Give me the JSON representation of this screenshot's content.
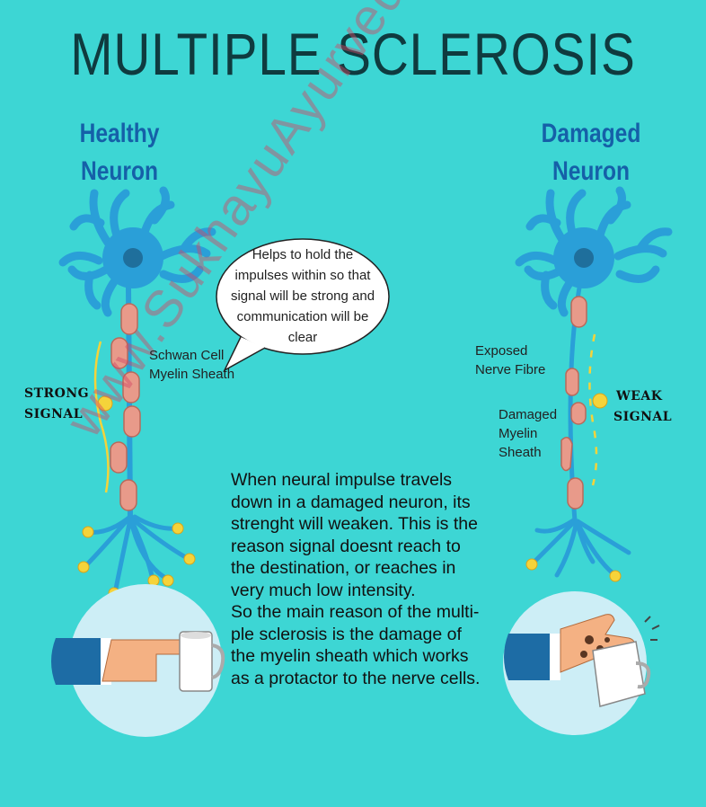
{
  "title": "MULTIPLE SCLEROSIS",
  "healthy": {
    "heading_line1": "Healthy",
    "heading_line2": "Neuron",
    "signal_line1": "STRONG",
    "signal_line2": "SIGNAL",
    "label_line1": "Schwan Cell",
    "label_line2": "Myelin Sheath"
  },
  "damaged": {
    "heading_line1": "Damaged",
    "heading_line2": "Neuron",
    "signal_line1": "WEAK",
    "signal_line2": "SIGNAL",
    "exposed_line1": "Exposed",
    "exposed_line2": "Nerve Fibre",
    "damaged_line1": "Damaged",
    "damaged_line2": "Myelin",
    "damaged_line3": "Sheath"
  },
  "bubble": {
    "lines": [
      "Helps to hold the",
      "impulses within so that",
      "signal will be strong and",
      "communication will be",
      "clear"
    ]
  },
  "explanation": {
    "lines": [
      "When neural impulse travels",
      "down in a damaged neuron, its",
      "strenght will weaken. This is the",
      "reason signal doesnt reach to",
      "the destination, or reaches in",
      "very much low intensity.",
      "So the main reason of the multi-",
      "ple sclerosis is the damage of",
      "the myelin sheath which works",
      "as a protactor to the nerve cells."
    ]
  },
  "watermark": "www.SukhayuAyurved.com",
  "colors": {
    "background": "#3dd6d4",
    "title": "#0f3b3f",
    "heading": "#1560a8",
    "neuron_body": "#2a9fd8",
    "myelin": "#e89a8a",
    "signal": "#f5d33a",
    "hand_circle": "#cdeef6"
  }
}
